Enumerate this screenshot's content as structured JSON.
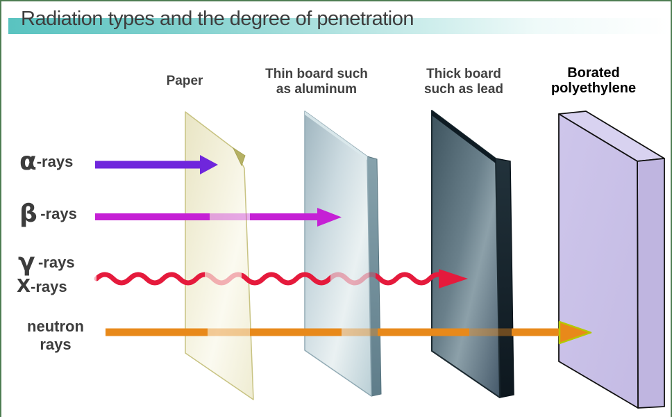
{
  "title": "Radiation types and the degree of penetration",
  "headers": {
    "paper": "Paper",
    "aluminum_line1": "Thin board such",
    "aluminum_line2": "as aluminum",
    "lead_line1": "Thick board",
    "lead_line2": "such as lead",
    "borated_line1": "Borated",
    "borated_line2": "polyethylene"
  },
  "rays": {
    "alpha_symbol": "α",
    "alpha_label": "-rays",
    "beta_symbol": "β",
    "beta_label": "-rays",
    "gamma_symbol": "γ",
    "gamma_label": "-rays",
    "xray_symbol": "X",
    "xray_label": "-rays",
    "neutron_line1": "neutron",
    "neutron_line2": "rays"
  },
  "barriers": {
    "paper": "Paper",
    "aluminum": "Thin board such as aluminum",
    "lead": "Thick board such as lead",
    "polyethylene": "Borated polyethylene"
  },
  "penetration": {
    "alpha_stopped_by": "Paper",
    "beta_stopped_by": "Thin board such as aluminum",
    "gamma_xray_stopped_by": "Thick board such as lead",
    "neutron_stopped_by": "Borated polyethylene"
  },
  "colors": {
    "alpha_arrow": "#6F26DC",
    "beta_arrow": "#C520D5",
    "gamma_arrow": "#E51A3C",
    "neutron_arrow": "#E8891A",
    "neutron_head_outline": "#B5C800",
    "title_band_teal": "#59C3C0",
    "frame_green": "#4E7D52",
    "paper_fill": "#F3F0DC",
    "aluminum_fill": "#CFDDE2",
    "lead_fill": "#5A707C",
    "polyethylene_fill": "#C9C0E7",
    "text_dark": "#3C3C3C"
  }
}
